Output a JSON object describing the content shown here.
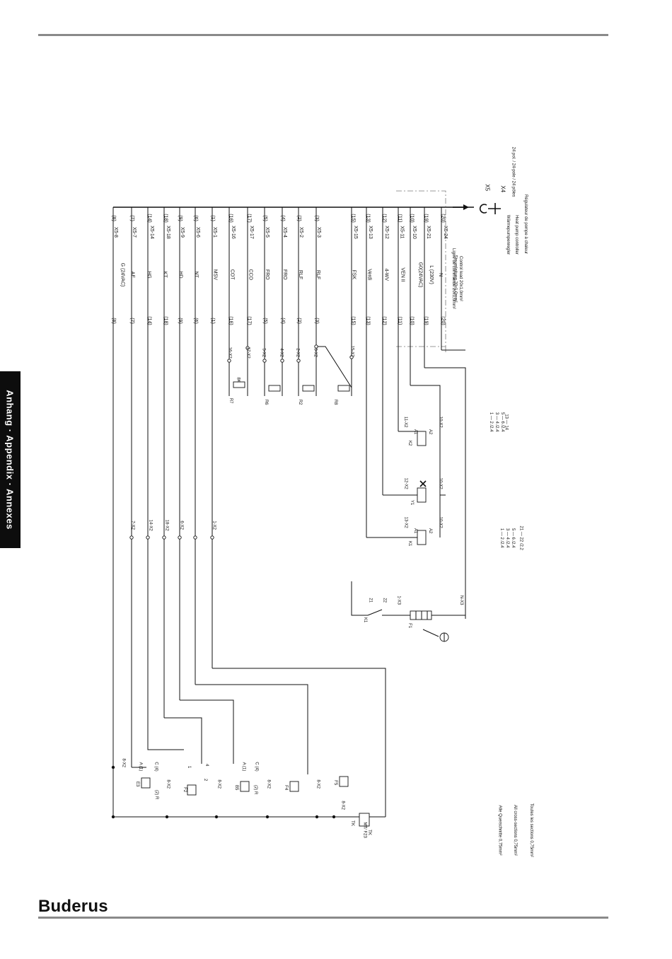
{
  "header": {
    "section_tab": "Anhang · Appendix · Annexes"
  },
  "footer": {
    "brand": "Buderus"
  },
  "connector": {
    "x5_label": "X5",
    "x5_pins": "24 pol. / 24-pole / 24 pôles",
    "x4_label": "X4",
    "controller_de": "Wärmepumpenregler",
    "controller_en": "Heat pump controller",
    "controller_fr": "Régulateur de pompe à chaleur"
  },
  "control_lead": {
    "de": "Steuerleitung 20x1,0mm²",
    "en": "Control lead 20x1,0mm²",
    "fr": "Ligne de commande 20x1,0mm²"
  },
  "cross_sections": {
    "de": "Alle Querschnitte 0,75mm²",
    "en": "All cross-sections 0,75mm²",
    "fr": "Toutes les sections 0,75mm²"
  },
  "signals": [
    {
      "num": "(8)",
      "name": "G (24VAC)",
      "pin": "X5-8",
      "pin_num": "(8)"
    },
    {
      "num": "(7)",
      "name": "AE",
      "pin": "X5-7",
      "pin_num": "(7)"
    },
    {
      "num": "(14)",
      "name": "HG",
      "pin": "X5-14",
      "pin_num": "(14)"
    },
    {
      "num": "(18)",
      "name": "KT",
      "pin": "X5-18",
      "pin_num": "(18)"
    },
    {
      "num": "(9)",
      "name": "HD",
      "pin": "X5-9",
      "pin_num": "(9)"
    },
    {
      "num": "(6)",
      "name": "NT",
      "pin": "X5-6",
      "pin_num": "(6)"
    },
    {
      "num": "(1)",
      "name": "MSV",
      "pin": "X5-1",
      "pin_num": "(1)"
    },
    {
      "num": "(16)",
      "name": "COT",
      "pin": "X5-16",
      "pin_num": "(16)"
    },
    {
      "num": "(17)",
      "name": "CCO",
      "pin": "X5-17",
      "pin_num": "(17)"
    },
    {
      "num": "(5)",
      "name": "FRO",
      "pin": "X5-5",
      "pin_num": "(5)"
    },
    {
      "num": "(4)",
      "name": "FRO",
      "pin": "X5-4",
      "pin_num": "(4)"
    },
    {
      "num": "(2)",
      "name": "RLF",
      "pin": "X5-2",
      "pin_num": "(2)"
    },
    {
      "num": "(3)",
      "name": "RLF",
      "pin": "X5-3",
      "pin_num": "(3)"
    },
    {
      "num": "(15)",
      "name": "FSK",
      "pin": "X5-15",
      "pin_num": "(15)"
    },
    {
      "num": "(13)",
      "name": "Verdi",
      "pin": "X5-13",
      "pin_num": "(13)"
    },
    {
      "num": "(12)",
      "name": "4-WV",
      "pin": "X5-12",
      "pin_num": "(12)"
    },
    {
      "num": "(11)",
      "name": "VEN II",
      "pin": "X5-11",
      "pin_num": "(11)"
    },
    {
      "num": "(10)",
      "name": "G0(24VAC)",
      "pin": "X5-10",
      "pin_num": "(10)"
    },
    {
      "num": "(19)",
      "name": "L (230V)",
      "pin": "X5-21",
      "pin_num": "(19)"
    },
    {
      "num": "(20)",
      "name": "N",
      "pin": "X5-24",
      "pin_num": "(20)"
    }
  ],
  "terminals": {
    "sensors": [
      "16-X2",
      "17-X2",
      "5-X2",
      "4-X2",
      "2-X2",
      "3-X2",
      "15-X2"
    ],
    "sensor_names": [
      "R7",
      "R6",
      "R2",
      "R8"
    ],
    "sensor_r7_value": "8K",
    "k2": {
      "name": "K2",
      "a1": "A1",
      "a2": "A2",
      "top": "11-X2",
      "bot": "10-X2"
    },
    "y1": {
      "name": "Y1",
      "top": "12-X2",
      "bot": "10-X2"
    },
    "k1": {
      "name": "K1",
      "a1": "A1",
      "a2": "A2",
      "top": "13-X2",
      "bot": "10-X2"
    },
    "k2_contacts": [
      "1 — 2 /2.4",
      "3 — 4 /2.4",
      "5 — 6 /2.4",
      "13 — 14"
    ],
    "k1_contacts": [
      "1 — 2 /2.4",
      "3 — 4 /2.4",
      "5 — 6 /2.4",
      "21 — 22 /2.2"
    ],
    "branch_terms": [
      "7-X2",
      "14-X2",
      "18-X2",
      "6-X2",
      "1-X2"
    ],
    "k1_switch": {
      "name": "K1",
      "c1": "21",
      "c2": "22",
      "t1": "1-X3",
      "t2": "N-X3"
    },
    "fuse": "F1"
  },
  "switches": {
    "e3": {
      "name": "E3",
      "term": "8-X2",
      "a": "A (1)",
      "c": "C (4)",
      "r": "(2) R"
    },
    "f2": {
      "name": "F2",
      "term": "8-X2",
      "c1": "1",
      "c2": "2",
      "c4": "4"
    },
    "b5": {
      "name": "B5",
      "term": "8-X2",
      "a": "A (1)",
      "c": "C (4)",
      "r": "(2) R"
    },
    "f4": {
      "name": "F4",
      "term": "8-X2"
    },
    "f5": {
      "name": "F5",
      "term": "8-X2"
    },
    "tk": {
      "name": "MT/ F23",
      "tk1": "TK",
      "tk2": "TK",
      "term": "8-X2"
    }
  }
}
